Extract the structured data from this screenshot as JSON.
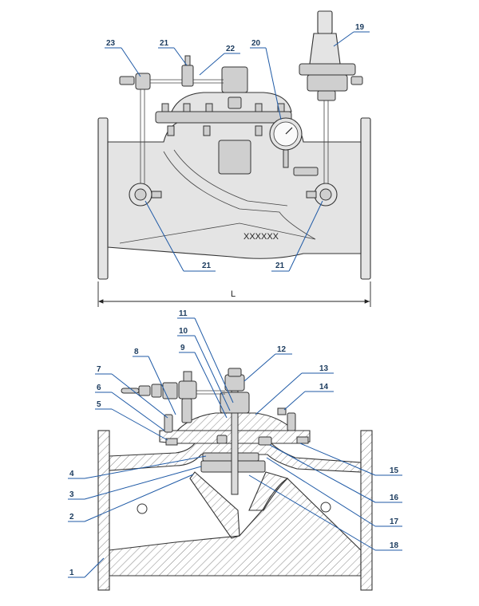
{
  "top_view": {
    "callouts": [
      {
        "id": "c23",
        "label": "23"
      },
      {
        "id": "c21a",
        "label": "21"
      },
      {
        "id": "c22",
        "label": "22"
      },
      {
        "id": "c20",
        "label": "20"
      },
      {
        "id": "c19",
        "label": "19"
      },
      {
        "id": "c21b",
        "label": "21"
      },
      {
        "id": "c21c",
        "label": "21"
      }
    ],
    "body_marking": "XXXXXX",
    "dimension_label": "L"
  },
  "section_view": {
    "callouts": [
      {
        "id": "s11",
        "label": "11"
      },
      {
        "id": "s10",
        "label": "10"
      },
      {
        "id": "s9",
        "label": "9"
      },
      {
        "id": "s8",
        "label": "8"
      },
      {
        "id": "s12",
        "label": "12"
      },
      {
        "id": "s7",
        "label": "7"
      },
      {
        "id": "s6",
        "label": "6"
      },
      {
        "id": "s5",
        "label": "5"
      },
      {
        "id": "s13",
        "label": "13"
      },
      {
        "id": "s14",
        "label": "14"
      },
      {
        "id": "s4",
        "label": "4"
      },
      {
        "id": "s3",
        "label": "3"
      },
      {
        "id": "s2",
        "label": "2"
      },
      {
        "id": "s1",
        "label": "1"
      },
      {
        "id": "s15",
        "label": "15"
      },
      {
        "id": "s16",
        "label": "16"
      },
      {
        "id": "s17",
        "label": "17"
      },
      {
        "id": "s18",
        "label": "18"
      }
    ]
  },
  "colors": {
    "leader": "#1f5aa6",
    "callout_text": "#1b3b5e",
    "outline": "#333333"
  }
}
